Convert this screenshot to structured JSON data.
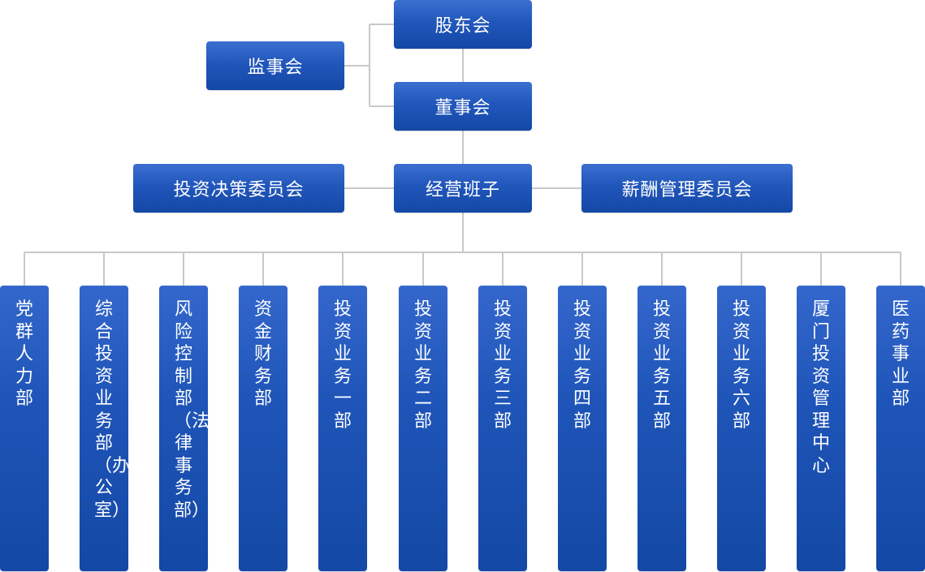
{
  "colors": {
    "box_top": "#3b6fd0",
    "box_bottom": "#1448a6",
    "connector": "#c8c8c8",
    "text": "#ffffff"
  },
  "top_nodes": {
    "shareholders": "股东会",
    "supervisors": "监事会",
    "board": "董事会",
    "management": "经营班子",
    "investment_committee": "投资决策委员会",
    "compensation_committee": "薪酬管理委员会"
  },
  "departments": [
    {
      "label": "党群人力部"
    },
    {
      "label": "综合投资业务部（办公室）"
    },
    {
      "label": "风险控制部（法律事务部）"
    },
    {
      "label": "资金财务部"
    },
    {
      "label": "投资业务一部"
    },
    {
      "label": "投资业务二部"
    },
    {
      "label": "投资业务三部"
    },
    {
      "label": "投资业务四部"
    },
    {
      "label": "投资业务五部"
    },
    {
      "label": "投资业务六部"
    },
    {
      "label": "厦门投资管理中心"
    },
    {
      "label": "医药事业部"
    }
  ]
}
